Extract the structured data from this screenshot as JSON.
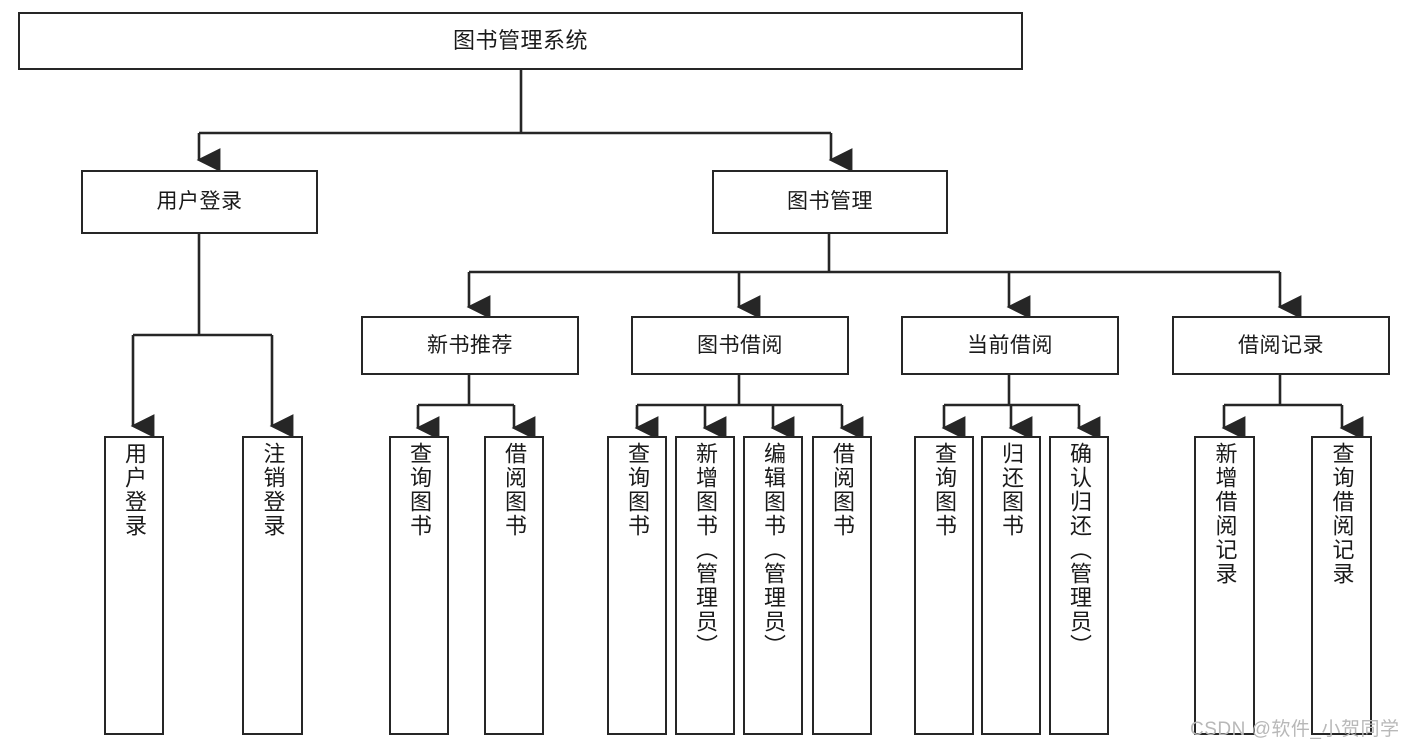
{
  "diagram": {
    "title": "图书管理系统",
    "type": "tree-hierarchy",
    "orientation": "top-down",
    "colors": {
      "box_stroke": "#262626",
      "box_fill": "#ffffff",
      "edge_stroke": "#262626",
      "text": "#1a1a1a",
      "background": "#ffffff",
      "watermark": "#b8b8b8"
    }
  },
  "nodes": {
    "root": {
      "label": "图书管理系统",
      "level": 1,
      "orientation": "horizontal"
    },
    "l2": [
      {
        "id": "user-login",
        "label": "用户登录",
        "level": 2,
        "orientation": "horizontal"
      },
      {
        "id": "book-manage",
        "label": "图书管理",
        "level": 2,
        "orientation": "horizontal"
      }
    ],
    "l3": [
      {
        "id": "new-book-rec",
        "label": "新书推荐",
        "level": 3,
        "orientation": "horizontal"
      },
      {
        "id": "book-borrow",
        "label": "图书借阅",
        "level": 3,
        "orientation": "horizontal"
      },
      {
        "id": "current-borrow",
        "label": "当前借阅",
        "level": 3,
        "orientation": "horizontal"
      },
      {
        "id": "borrow-record",
        "label": "借阅记录",
        "level": 3,
        "orientation": "horizontal"
      }
    ],
    "leaves": {
      "user_login": [
        {
          "id": "leaf-user-login",
          "label": "用户登录",
          "orientation": "vertical"
        },
        {
          "id": "leaf-logout-login",
          "label": "注销登录",
          "orientation": "vertical"
        }
      ],
      "new_book_rec": [
        {
          "id": "leaf-query-book-1",
          "label": "查询图书",
          "orientation": "vertical"
        },
        {
          "id": "leaf-borrow-book-1",
          "label": "借阅图书",
          "orientation": "vertical"
        }
      ],
      "book_borrow": [
        {
          "id": "leaf-query-book-2",
          "label": "查询图书",
          "orientation": "vertical"
        },
        {
          "id": "leaf-add-book",
          "label": "新增图书（管理员）",
          "orientation": "vertical"
        },
        {
          "id": "leaf-edit-book",
          "label": "编辑图书（管理员）",
          "orientation": "vertical"
        },
        {
          "id": "leaf-borrow-book-2",
          "label": "借阅图书",
          "orientation": "vertical"
        }
      ],
      "current_borrow": [
        {
          "id": "leaf-query-book-3",
          "label": "查询图书",
          "orientation": "vertical"
        },
        {
          "id": "leaf-return-book",
          "label": "归还图书",
          "orientation": "vertical"
        },
        {
          "id": "leaf-confirm-return",
          "label": "确认归还（管理员）",
          "orientation": "vertical"
        }
      ],
      "borrow_record": [
        {
          "id": "leaf-add-record",
          "label": "新增借阅记录",
          "orientation": "vertical"
        },
        {
          "id": "leaf-query-record",
          "label": "查询借阅记录",
          "orientation": "vertical"
        }
      ]
    }
  },
  "watermark": {
    "text": "CSDN @软件_小贺同学"
  }
}
